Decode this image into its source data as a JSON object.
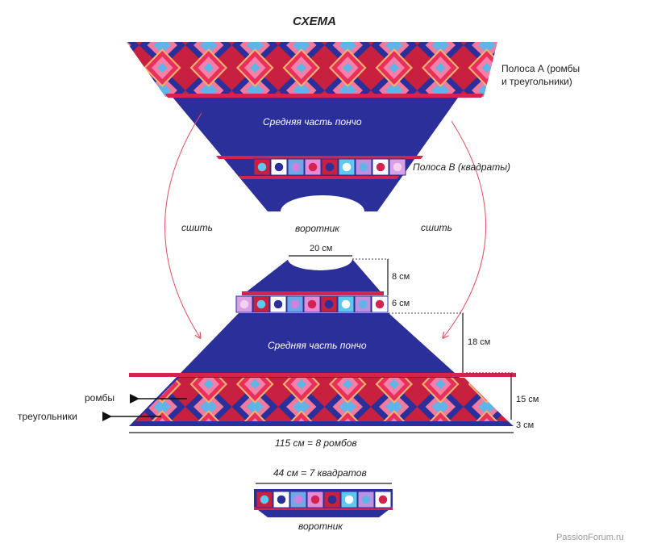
{
  "title": "СХЕМА",
  "labels": {
    "stripe_a_line1": "Полоса А (ромбы",
    "stripe_a_line2": "и треугольники)",
    "middle_top": "Средняя часть пончо",
    "middle_bottom": "Средняя часть пончо",
    "stripe_b": "Полоса В (квадраты)",
    "sew_left": "сшить",
    "sew_right": "сшить",
    "collar_top": "воротник",
    "collar_bottom": "воротник",
    "rhombs": "ромбы",
    "triangles": "треугольники"
  },
  "dimensions": {
    "collar_width": "20 см",
    "top_height": "8 см",
    "squares_height": "6 см",
    "middle_height": "18 см",
    "band_height": "15 см",
    "edge_height": "3 см",
    "bottom_width": "115 см = 8 ромбов",
    "collar_strip_width": "44 см = 7 квадратов"
  },
  "watermark": "PassionForum.ru",
  "colors": {
    "blue": "#2a2f9a",
    "red": "#d4234e",
    "pink": "#f06a8e",
    "light_blue": "#5fb4e8",
    "arrow": "#e05060"
  },
  "square_colors": [
    "#d9a0e6",
    "#c8203f",
    "#ffffff",
    "#6fa8e6",
    "#e58ad6",
    "#c8203f",
    "#5fc8f0",
    "#c090e0",
    "#ffffff"
  ],
  "square_centers": [
    "#f5d0f0",
    "#5fc8f0",
    "#2a2f9a",
    "#d080e0",
    "#d4234e",
    "#2a2f9a",
    "#ffffff",
    "#5fb4e8",
    "#d4234e"
  ]
}
